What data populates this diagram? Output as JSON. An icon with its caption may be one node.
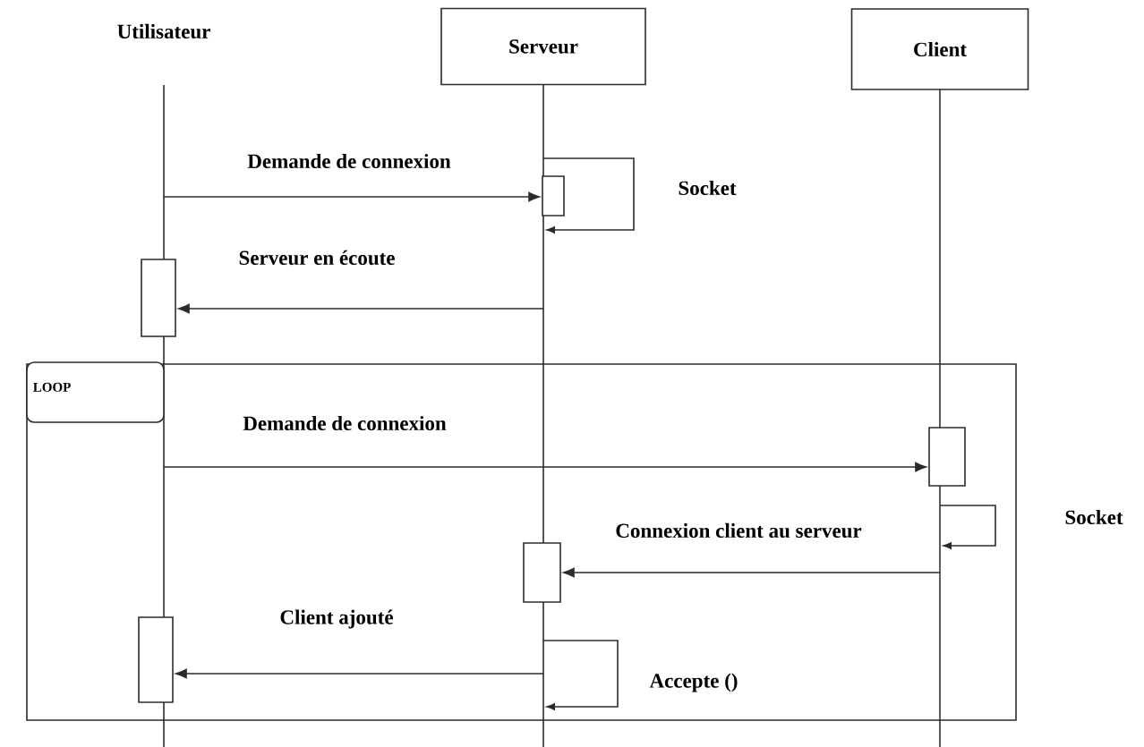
{
  "diagram": {
    "nodes": [
      {
        "text": [
          "Utilisateur"
        ]
      },
      {
        "text": [
          "Serveur"
        ]
      },
      {
        "text": [
          "Client"
        ]
      },
      {
        "text": [],
        "shape": "box"
      },
      {
        "text": [],
        "shape": "box"
      },
      {
        "text": [
          "LOOP"
        ]
      },
      {
        "text": [],
        "shape": "box",
        "in": 5
      },
      {
        "text": [],
        "shape": "box",
        "in": 5
      },
      {
        "text": [],
        "shape": "box",
        "in": 5
      }
    ],
    "edges": [
      {
        "from": null,
        "to": 3,
        "arrow": "to",
        "label": "Demande de connexion"
      },
      {
        "from": null,
        "to": 4,
        "arrow": "to",
        "label": "Serveur en écoute"
      },
      {
        "from": null,
        "to": 6,
        "arrow": "to",
        "label": "Demande de connexion"
      },
      {
        "from": null,
        "to": 7,
        "arrow": "to",
        "label": "Connexion client au serveur"
      },
      {
        "from": null,
        "to": 8,
        "arrow": "to",
        "label": "Client ajouté"
      }
    ],
    "labels": [
      "Socket",
      "Socket",
      "Accepte ()"
    ]
  }
}
